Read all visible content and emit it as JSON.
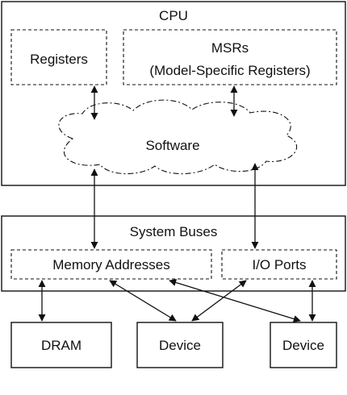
{
  "cpu": {
    "title": "CPU",
    "registers": "Registers",
    "msrs": {
      "line1": "MSRs",
      "line2": "(Model-Specific Registers)"
    },
    "software": "Software"
  },
  "system_buses": {
    "title": "System Buses",
    "memory_addresses": "Memory Addresses",
    "io_ports": "I/O Ports"
  },
  "devices": {
    "dram": "DRAM",
    "device_1": "Device",
    "device_2": "Device"
  }
}
